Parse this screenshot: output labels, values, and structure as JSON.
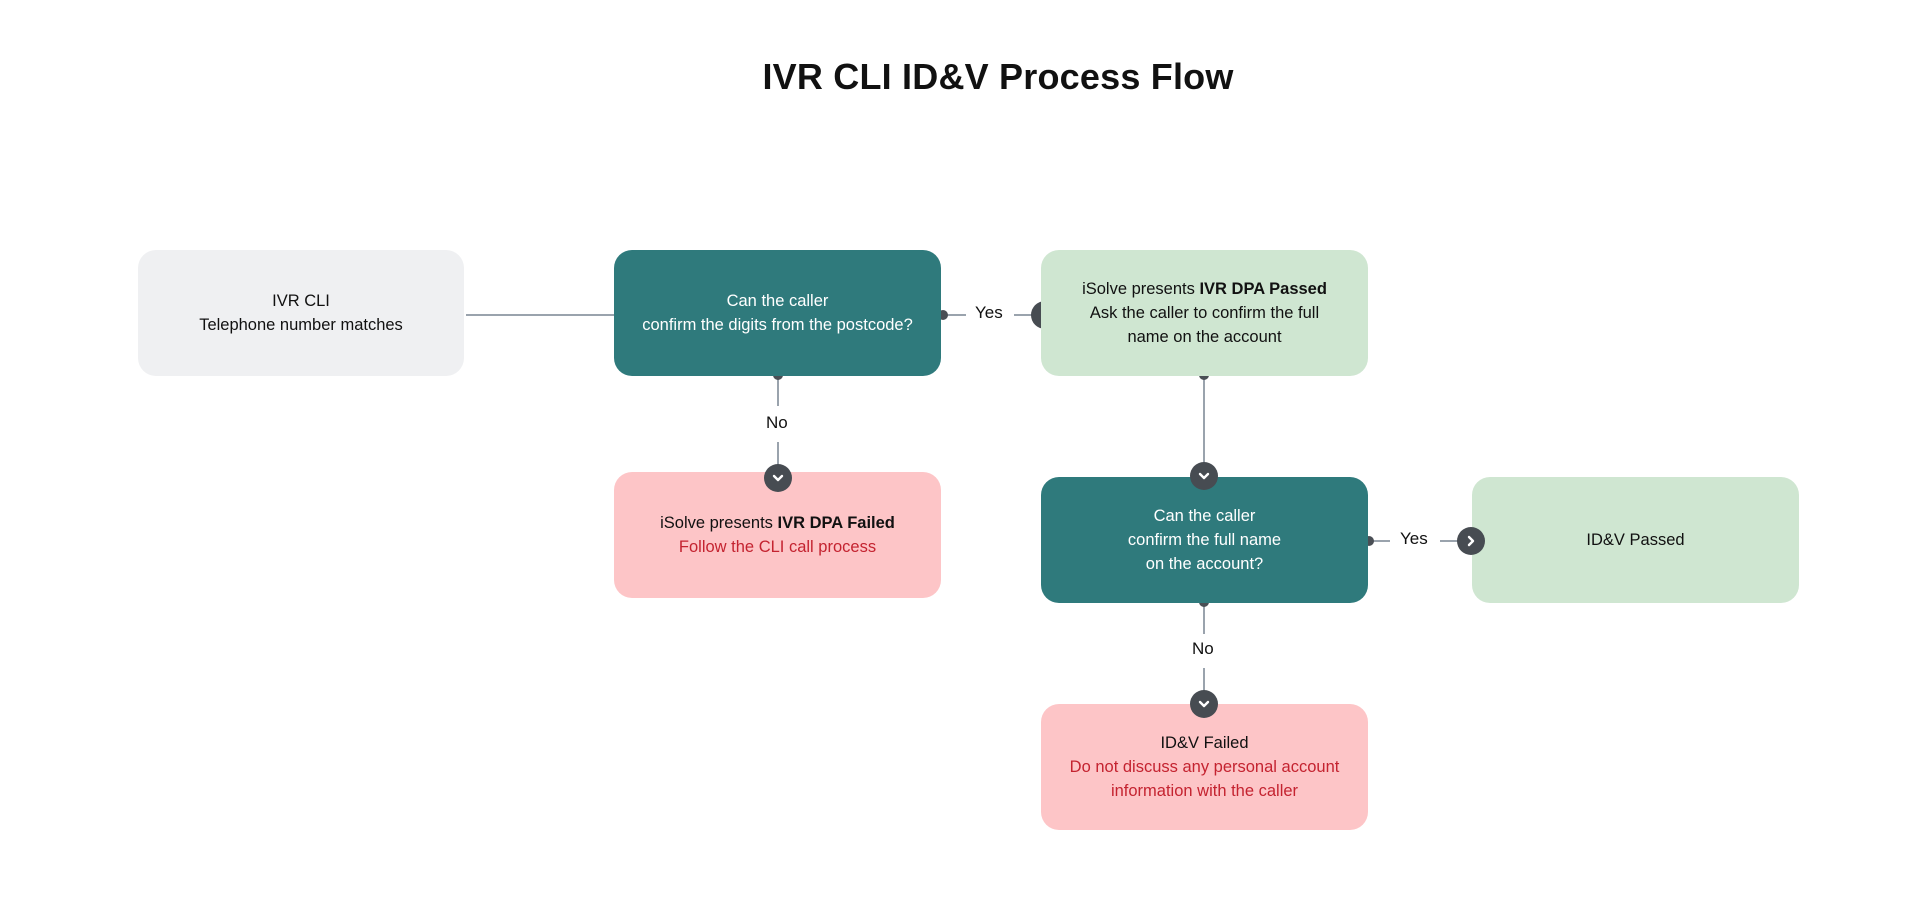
{
  "title": "IVR CLI  ID&V Process Flow",
  "colors": {
    "start": "#eff0f2",
    "decision": "#2f7a7c",
    "success": "#cfe6d1",
    "failure": "#fdc5c7",
    "failure_text": "#c42330",
    "connector": "#474c52"
  },
  "nodes": {
    "start": {
      "line1": "IVR CLI",
      "line2": "Telephone number matches"
    },
    "decision1": {
      "line1": "Can the caller",
      "line2": "confirm the digits from the postcode?"
    },
    "passed1": {
      "prefix": "iSolve presents ",
      "bold": "IVR DPA Passed",
      "line2": "Ask the caller to confirm the full",
      "line3": "name on the account"
    },
    "failed1": {
      "prefix": "iSolve presents ",
      "bold": "IVR DPA Failed",
      "line2": "Follow the CLI call process"
    },
    "decision2": {
      "line1": "Can the caller",
      "line2": "confirm the full name",
      "line3": "on the account?"
    },
    "passed2": {
      "line1": "ID&V Passed"
    },
    "failed2": {
      "line1": "ID&V Failed",
      "line2": "Do not discuss any personal account",
      "line3": "information with the caller"
    }
  },
  "edges": {
    "d1_yes": "Yes",
    "d1_no": "No",
    "d2_yes": "Yes",
    "d2_no": "No"
  }
}
